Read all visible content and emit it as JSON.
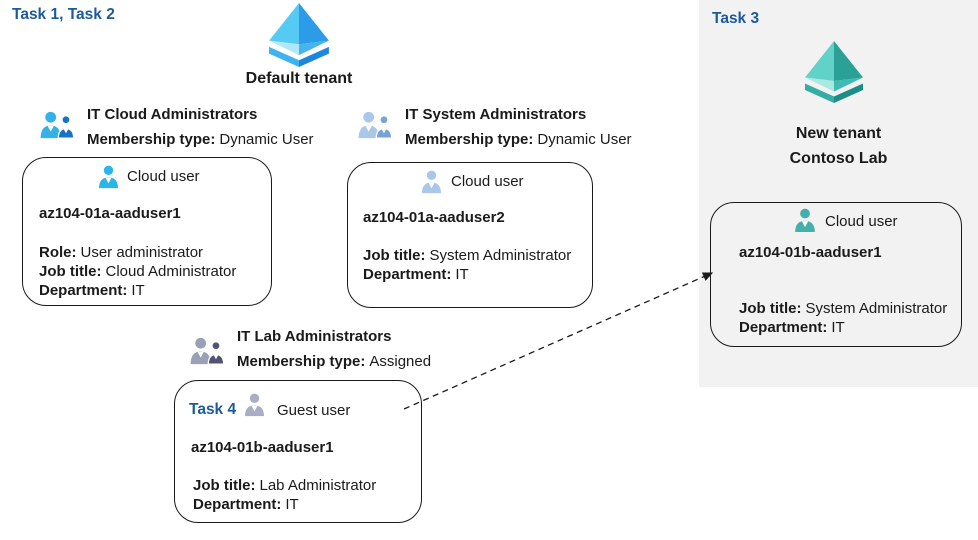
{
  "colors": {
    "task-blue": "#1c5a9c",
    "panel-gray": "#f2f2f2",
    "ink": "#1a1a1a",
    "aad-blue-tl": "#55cbf3",
    "aad-blue-tr": "#2d9ce8",
    "aad-blue-bl": "#b0e7fa",
    "aad-blue-br": "#46b5ee",
    "aad-blue-base-l": "#3fb3ef",
    "aad-blue-base-r": "#1d87dd",
    "aad-teal-tl": "#62d2c9",
    "aad-teal-tr": "#2aa096",
    "aad-teal-bl": "#aae8e2",
    "aad-teal-br": "#3fbcb2",
    "aad-teal-base-l": "#35ada3",
    "aad-teal-base-r": "#1d8e85",
    "user-cloud": "#2cb5e8",
    "user-cloud-pale": "#a9c7e8",
    "user-guest": "#a9aec4",
    "user-teal": "#45b0a9",
    "grp1-a": "#33b1e8",
    "grp1-b": "#1a72c4",
    "grp2-a": "#a9c7e8",
    "grp2-b": "#79a3d6",
    "grp3-a": "#9aa0b5",
    "grp3-b": "#4f5374"
  },
  "tasks": {
    "task12": "Task 1, Task 2",
    "task3": "Task 3",
    "task4": "Task 4"
  },
  "tenants": {
    "default": {
      "name": "Default tenant"
    },
    "new": {
      "line1": "New tenant",
      "line2": "Contoso Lab"
    }
  },
  "groups": [
    {
      "name": "IT Cloud Administrators",
      "membership_label": "Membership type:",
      "membership_value": "Dynamic User"
    },
    {
      "name": "IT System Administrators",
      "membership_label": "Membership type:",
      "membership_value": "Dynamic User"
    },
    {
      "name": "IT Lab Administrators",
      "membership_label": "Membership type:",
      "membership_value": "Assigned"
    }
  ],
  "cards": [
    {
      "type_label": "Cloud user",
      "username": "az104-01a-aaduser1",
      "fields": [
        {
          "label": "Role:",
          "value": "User administrator"
        },
        {
          "label": "Job title:",
          "value": "Cloud Administrator"
        },
        {
          "label": "Department:",
          "value": "IT"
        }
      ]
    },
    {
      "type_label": "Cloud user",
      "username": "az104-01a-aaduser2",
      "fields": [
        {
          "label": "Job title:",
          "value": "System Administrator"
        },
        {
          "label": "Department:",
          "value": "IT"
        }
      ]
    },
    {
      "task_label": "Task 4",
      "type_label": "Guest user",
      "username": "az104-01b-aaduser1",
      "fields": [
        {
          "label": "Job title:",
          "value": "Lab Administrator"
        },
        {
          "label": "Department:",
          "value": "IT"
        }
      ]
    },
    {
      "type_label": "Cloud user",
      "username": "az104-01b-aaduser1",
      "fields": [
        {
          "label": "Job title:",
          "value": "System Administrator"
        },
        {
          "label": "Department:",
          "value": "IT"
        }
      ]
    }
  ]
}
